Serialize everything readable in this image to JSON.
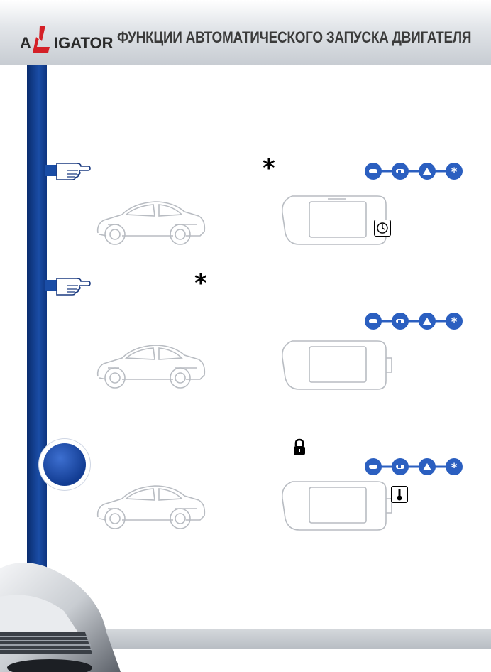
{
  "header": {
    "brand_first": "A",
    "brand_rest": "IGATOR",
    "title": "ФУНКЦИИ АВТОМАТИЧЕСКОГО ЗАПУСКА ДВИГАТЕЛЯ"
  },
  "icons": {
    "pointer": "pointing-hand-icon",
    "asterisk": "asterisk-icon",
    "lock": "padlock-icon",
    "clock": "clock-icon",
    "thermometer": "thermometer-icon",
    "chain_buttons": [
      "lock-button-icon",
      "unlock-button-icon",
      "trunk-button-icon",
      "asterisk-button-icon"
    ]
  },
  "sections": [
    {
      "glyph": "*"
    },
    {
      "glyph": "*"
    },
    {
      "glyph": "lock"
    }
  ],
  "colors": {
    "sidebar_blue": "#123c92",
    "button_blue": "#2b5fc0"
  }
}
